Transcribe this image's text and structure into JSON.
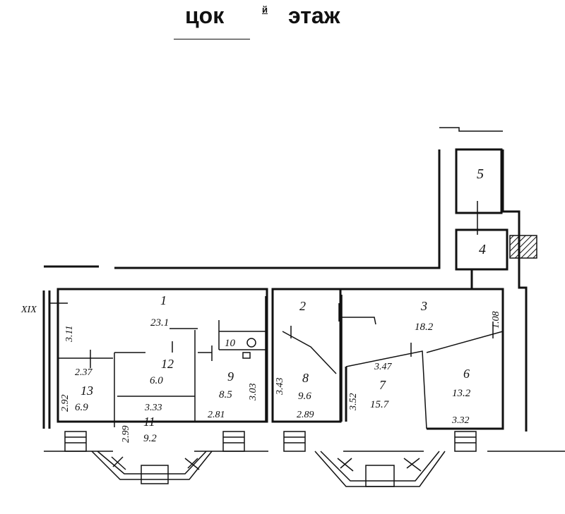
{
  "header": {
    "title_left": "цок",
    "title_superscript": "й",
    "title_right": "этаж"
  },
  "margin_mark": "XIX",
  "rooms": [
    {
      "number": "1",
      "area": "23.1"
    },
    {
      "number": "2"
    },
    {
      "number": "3",
      "area": "18.2"
    },
    {
      "number": "4"
    },
    {
      "number": "5"
    },
    {
      "number": "6",
      "area": "13.2"
    },
    {
      "number": "7",
      "area": "15.7"
    },
    {
      "number": "8",
      "area": "9.6"
    },
    {
      "number": "9",
      "area": "8.5"
    },
    {
      "number": "10"
    },
    {
      "number": "11",
      "area": "9.2"
    },
    {
      "number": "12",
      "area": "6.0"
    },
    {
      "number": "13",
      "area": "6.9"
    }
  ],
  "dimensions": {
    "d311": "3.11",
    "d237": "2.37",
    "d292": "2.92",
    "d333": "3.33",
    "d299": "2.99",
    "d281": "2.81",
    "d303": "3.03",
    "d343": "3.43",
    "d289": "2.89",
    "d352": "3.52",
    "d347": "3.47",
    "d332": "3.32",
    "d108": "1.08"
  }
}
